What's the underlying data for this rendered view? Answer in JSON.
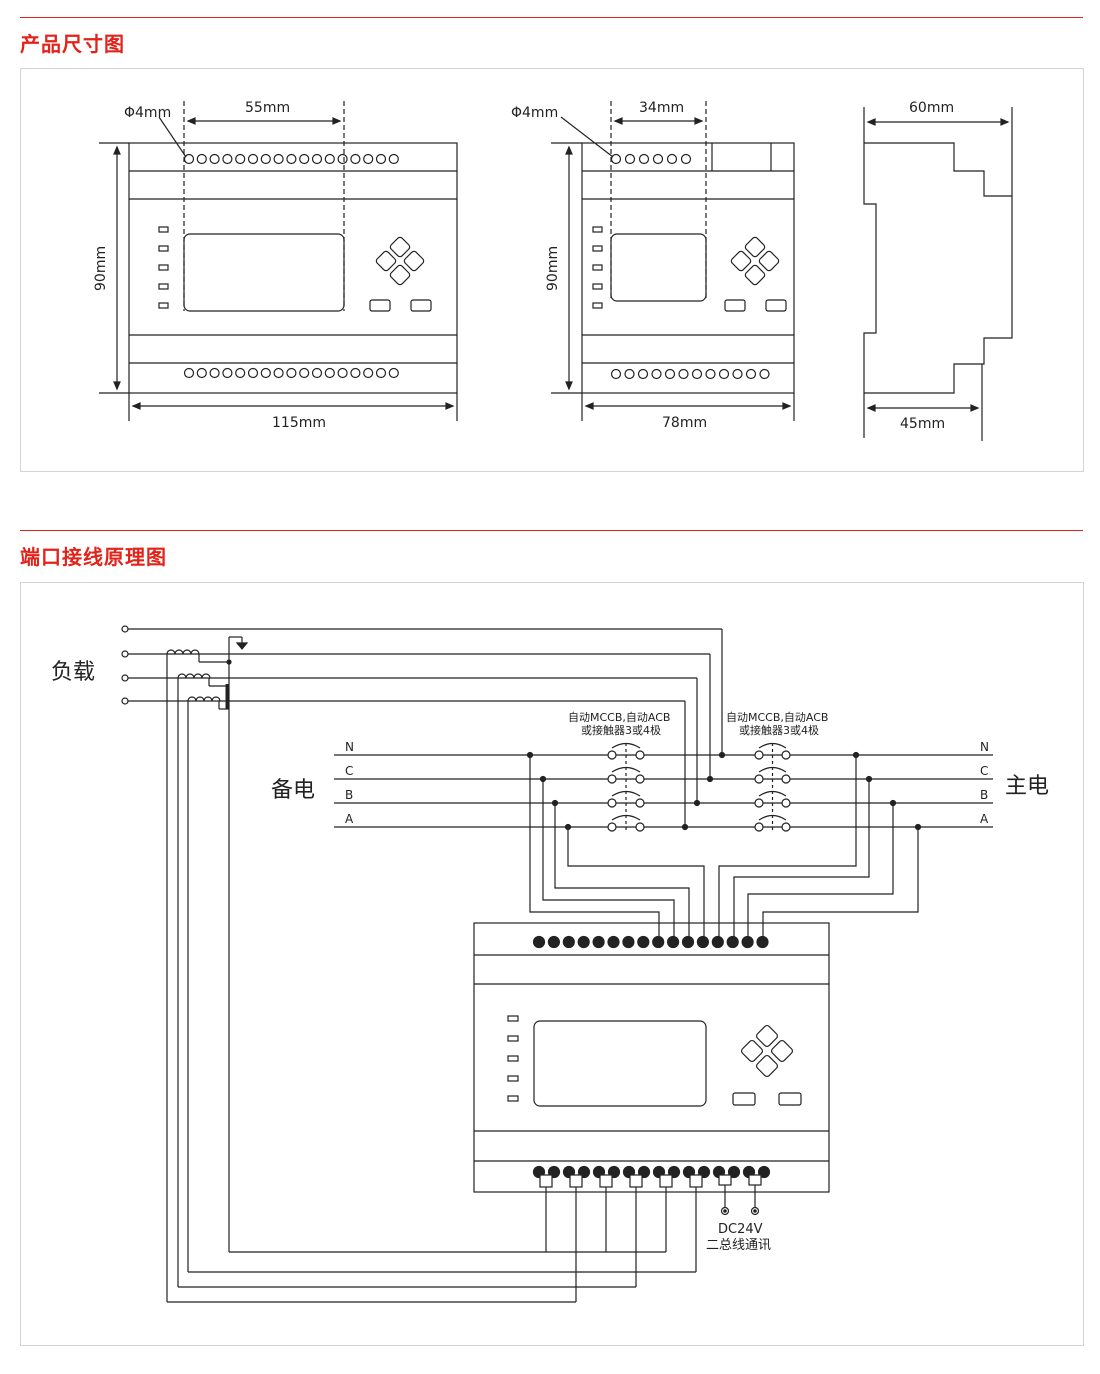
{
  "sections": {
    "dimensions_title": "产品尺寸图",
    "wiring_title": "端口接线原理图"
  },
  "dimensions": {
    "wide": {
      "hole": "Φ4mm",
      "pitch": "55mm",
      "height": "90mm",
      "width": "115mm"
    },
    "narrow": {
      "hole": "Φ4mm",
      "pitch": "34mm",
      "height": "90mm",
      "width": "78mm"
    },
    "side": {
      "depth": "60mm",
      "base": "45mm"
    }
  },
  "wiring": {
    "load_label": "负载",
    "backup_label": "备电",
    "main_label": "主电",
    "breaker_left": [
      "自动MCCB,自动ACB",
      "或接触器3或4极"
    ],
    "breaker_right": [
      "自动MCCB,自动ACB",
      "或接触器3或4极"
    ],
    "phases_left": [
      "N",
      "C",
      "B",
      "A"
    ],
    "phases_right": [
      "N",
      "C",
      "B",
      "A"
    ],
    "dc_label": "DC24V",
    "bus_label": "二总线通讯"
  },
  "colors": {
    "accent": "#e2231a",
    "line": "#222222",
    "border": "#d4d4d4"
  }
}
